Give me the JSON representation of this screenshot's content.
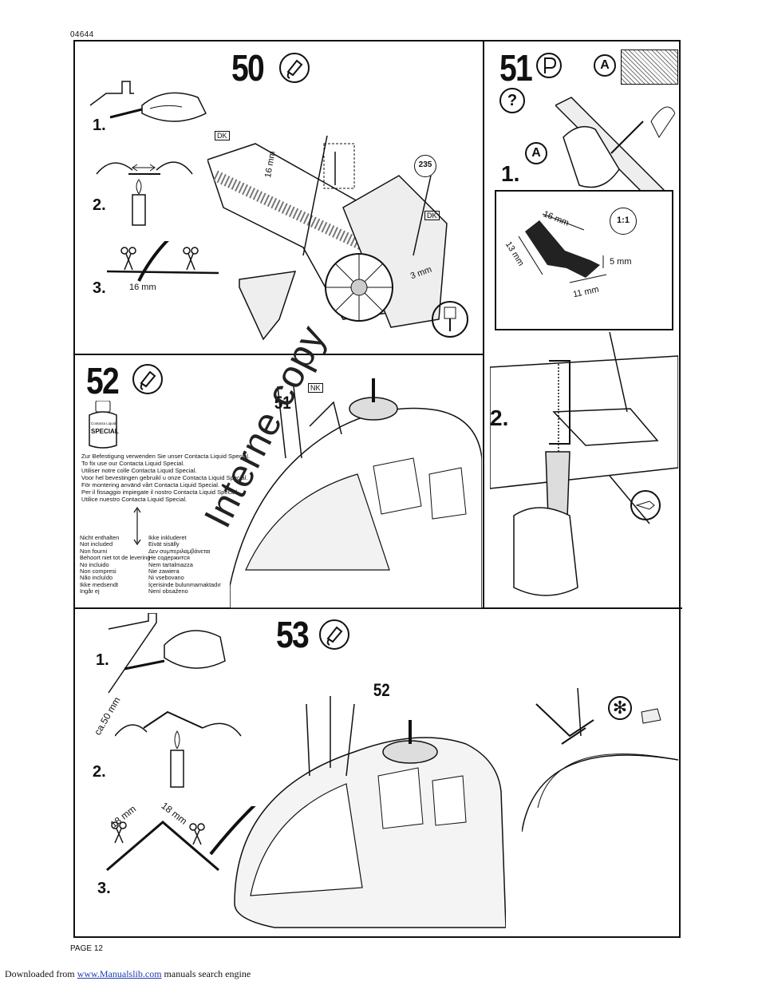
{
  "doc_code": "04644",
  "page_label": "PAGE 12",
  "watermark": "Interne copy",
  "footer": {
    "prefix": "Downloaded from ",
    "link": "www.Manualslib.com",
    "suffix": "  manuals search engine"
  },
  "step50": {
    "number": "50",
    "sub1": "1.",
    "sub2": "2.",
    "sub3": "3.",
    "measure_16mm": "16 mm",
    "measure_16mm_vertical": "16 mm",
    "measure_3mm": "3 mm",
    "part_235": "235",
    "mark_dk": "DK"
  },
  "step51": {
    "number": "51",
    "mark_a": "A",
    "sub1": "1.",
    "sub2": "2.",
    "scale": "1:1",
    "measure_16mm": "16 mm",
    "measure_13mm": "13 mm",
    "measure_5mm": "5 mm",
    "measure_11mm": "11 mm",
    "question": "?"
  },
  "step52": {
    "number": "52",
    "part_51": "51",
    "mark_nk": "NK",
    "bottle_label_small": "Contacta Liquid",
    "bottle_label": "SPECIAL",
    "instructions": [
      "Zur Befestigung verwenden Sie unser Contacta Liquid Special.",
      "To fix use our Contacta Liquid Special.",
      "Utiliser notre colle Contacta Liquid Special.",
      "Voor hel bevestingen gebruikl u onze Contacta Liquid Special.",
      "För montering använd vårt Contacta Liquid Special.",
      "Per il fissaggio impiegate il nostro Contacta Liquid Special.",
      "Utilice nuestro Contacta Liquid Special."
    ],
    "not_included_left": [
      "Nicht enthalten",
      "Not included",
      "Non fourni",
      "Behoort niet tot de levering",
      "No incluido",
      "Non compresi",
      "Não incluído",
      "Ikke medsendt",
      "Ingår ej"
    ],
    "not_included_right": [
      "Ikke inkluderet",
      "Eivät sisälly",
      "Δεν συμπεριλαμβάνεται",
      "Не содержится",
      "Nem tartalmazza",
      "Nie zawiera",
      "Ni vsebovano",
      "İçerisinde bulunmamaktadır",
      "Není obsaženo"
    ]
  },
  "step53": {
    "number": "53",
    "part_52": "52",
    "sub1": "1.",
    "sub2": "2.",
    "sub3": "3.",
    "measure_ca50": "ca.50 mm",
    "measure_18a": "18 mm",
    "measure_18b": "18 mm"
  }
}
